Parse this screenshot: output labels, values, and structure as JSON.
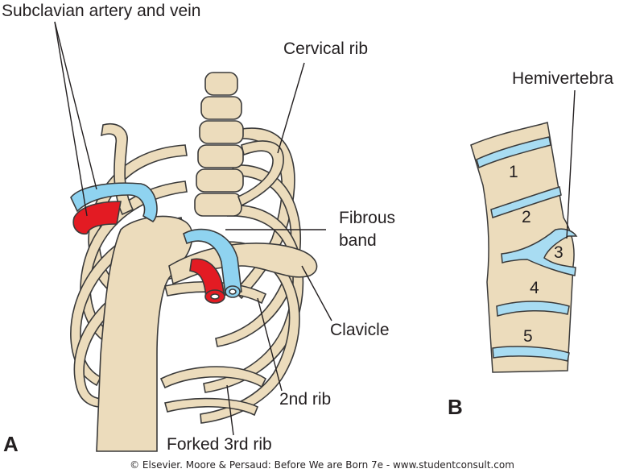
{
  "figure": {
    "panels": [
      {
        "id": "A",
        "label": "A"
      },
      {
        "id": "B",
        "label": "B"
      }
    ],
    "labels_panel_a": {
      "subclavian": "Subclavian artery and vein",
      "cervical_rib": "Cervical rib",
      "fibrous_band_line1": "Fibrous",
      "fibrous_band_line2": "band",
      "clavicle": "Clavicle",
      "second_rib": "2nd rib",
      "forked_rib": "Forked 3rd rib"
    },
    "labels_panel_b": {
      "hemivertebra": "Hemivertebra",
      "vertebrae": [
        "1",
        "2",
        "3",
        "4",
        "5"
      ]
    },
    "credit": "© Elsevier. Moore & Persaud: Before We are Born 7e - www.studentconsult.com",
    "colors": {
      "bone": "#ecdcbc",
      "bone_outline": "#3a3a3a",
      "bone_shade": "#b98f6e",
      "artery": "#e31b23",
      "vein": "#8fd3f0",
      "disc": "#a8dcf2"
    }
  }
}
